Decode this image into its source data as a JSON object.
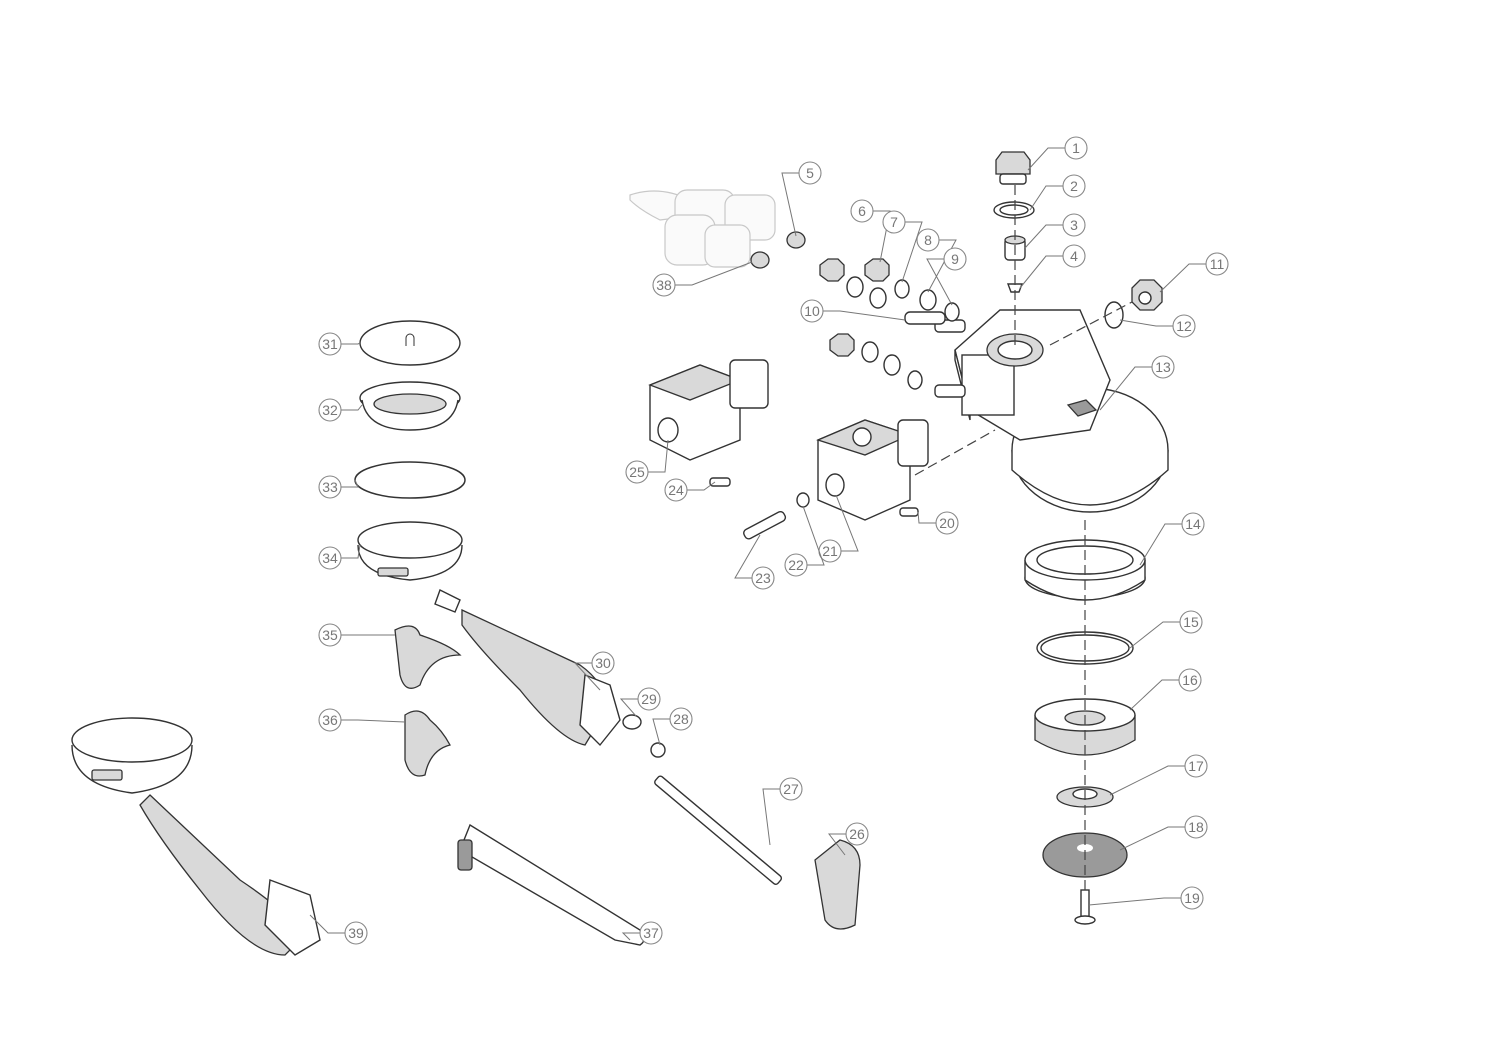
{
  "diagram": {
    "type": "exploded-parts-view",
    "callouts": [
      "1",
      "2",
      "3",
      "4",
      "5",
      "6",
      "7",
      "8",
      "9",
      "10",
      "11",
      "12",
      "13",
      "14",
      "15",
      "16",
      "17",
      "18",
      "19",
      "20",
      "21",
      "22",
      "23",
      "24",
      "25",
      "26",
      "27",
      "28",
      "29",
      "30",
      "31",
      "32",
      "33",
      "34",
      "35",
      "36",
      "37",
      "38",
      "39"
    ],
    "colors": {
      "line": "#333333",
      "callout": "#777777"
    }
  }
}
